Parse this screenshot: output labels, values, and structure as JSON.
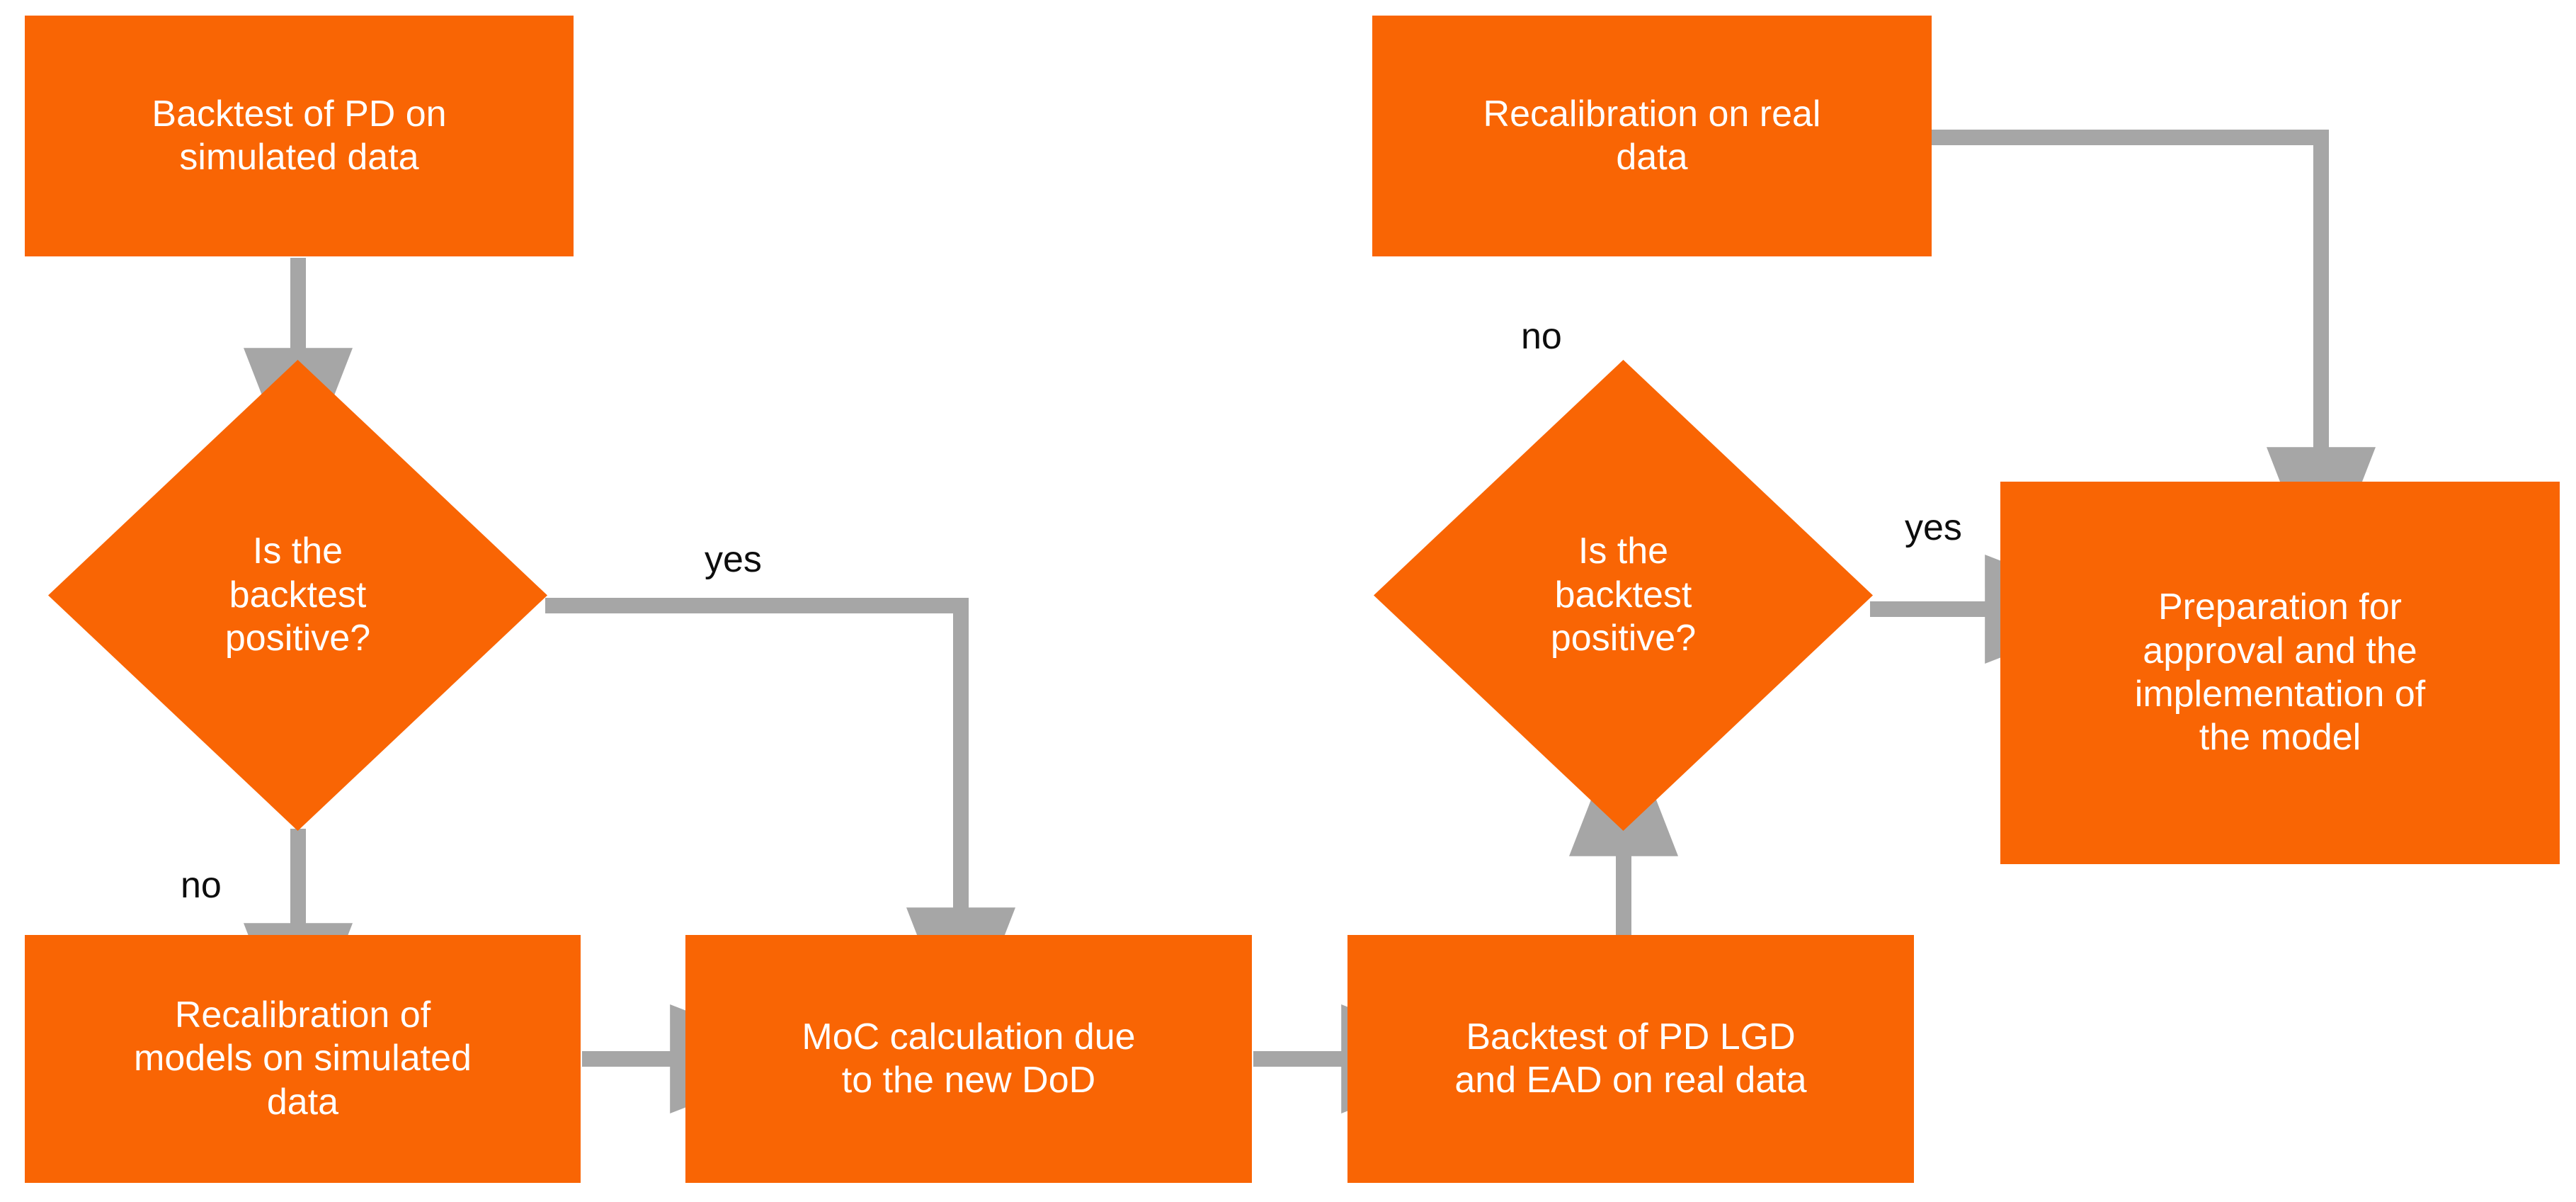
{
  "diagram": {
    "title": "Model validation and recalibration flowchart",
    "colors": {
      "node_fill": "#F96504",
      "node_text": "#FFFFFF",
      "connector": "#A6A6A6",
      "label_text": "#0D0D0D",
      "background": "#FFFFFF"
    },
    "nodes": [
      {
        "id": "backtest-pd-simulated",
        "shape": "process",
        "label": "Backtest of PD on\nsimulated data"
      },
      {
        "id": "decision-left",
        "shape": "decision",
        "label": "Is  the\nbacktest\npositive?"
      },
      {
        "id": "recalibration-models-simulated",
        "shape": "process",
        "label": "Recalibration of\nmodels on simulated\ndata"
      },
      {
        "id": "moc-calculation",
        "shape": "process",
        "label": "MoC calculation due\nto the new DoD"
      },
      {
        "id": "backtest-real",
        "shape": "process",
        "label": "Backtest of PD LGD\nand EAD on real data"
      },
      {
        "id": "decision-right",
        "shape": "decision",
        "label": "Is  the\nbacktest\npositive?"
      },
      {
        "id": "recalibration-real",
        "shape": "process",
        "label": "Recalibration on real\ndata"
      },
      {
        "id": "preparation-approval",
        "shape": "process",
        "label": "Preparation for\napproval and the\nimplementation of\nthe model"
      }
    ],
    "edge_labels": [
      {
        "id": "left-yes",
        "text": "yes"
      },
      {
        "id": "left-no",
        "text": "no"
      },
      {
        "id": "right-no",
        "text": "no"
      },
      {
        "id": "right-yes",
        "text": "yes"
      }
    ]
  }
}
